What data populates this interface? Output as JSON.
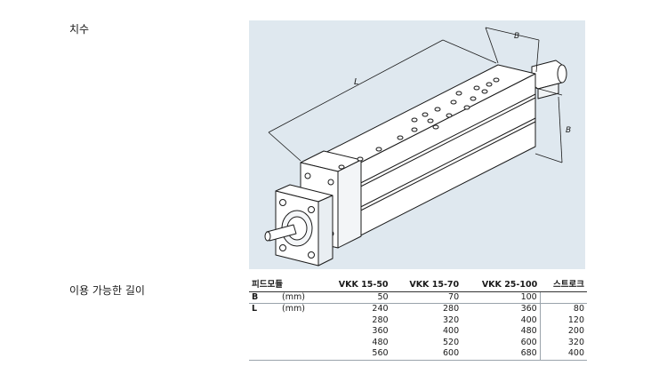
{
  "labels": {
    "dimensions": "치수",
    "available_lengths": "이용 가능한 길이"
  },
  "drawing": {
    "dim_L": "L",
    "dim_B_top": "B",
    "dim_B_side": "B"
  },
  "table": {
    "headers": [
      "피드모듈",
      "VKK 15-50",
      "VKK 15-70",
      "VKK 25-100",
      "스트로크"
    ],
    "b_row": {
      "label": "B",
      "unit": "(mm)",
      "values": [
        "50",
        "70",
        "100",
        ""
      ]
    },
    "l_rows": [
      {
        "label": "L",
        "unit": "(mm)",
        "values": [
          "240",
          "280",
          "360",
          "80"
        ]
      },
      {
        "label": "",
        "unit": "",
        "values": [
          "280",
          "320",
          "400",
          "120"
        ]
      },
      {
        "label": "",
        "unit": "",
        "values": [
          "360",
          "400",
          "480",
          "200"
        ]
      },
      {
        "label": "",
        "unit": "",
        "values": [
          "480",
          "520",
          "600",
          "320"
        ]
      },
      {
        "label": "",
        "unit": "",
        "values": [
          "560",
          "600",
          "680",
          "400"
        ]
      }
    ]
  },
  "colors": {
    "panel_bg": "#dfe8ef",
    "line": "#1a1a1a"
  }
}
